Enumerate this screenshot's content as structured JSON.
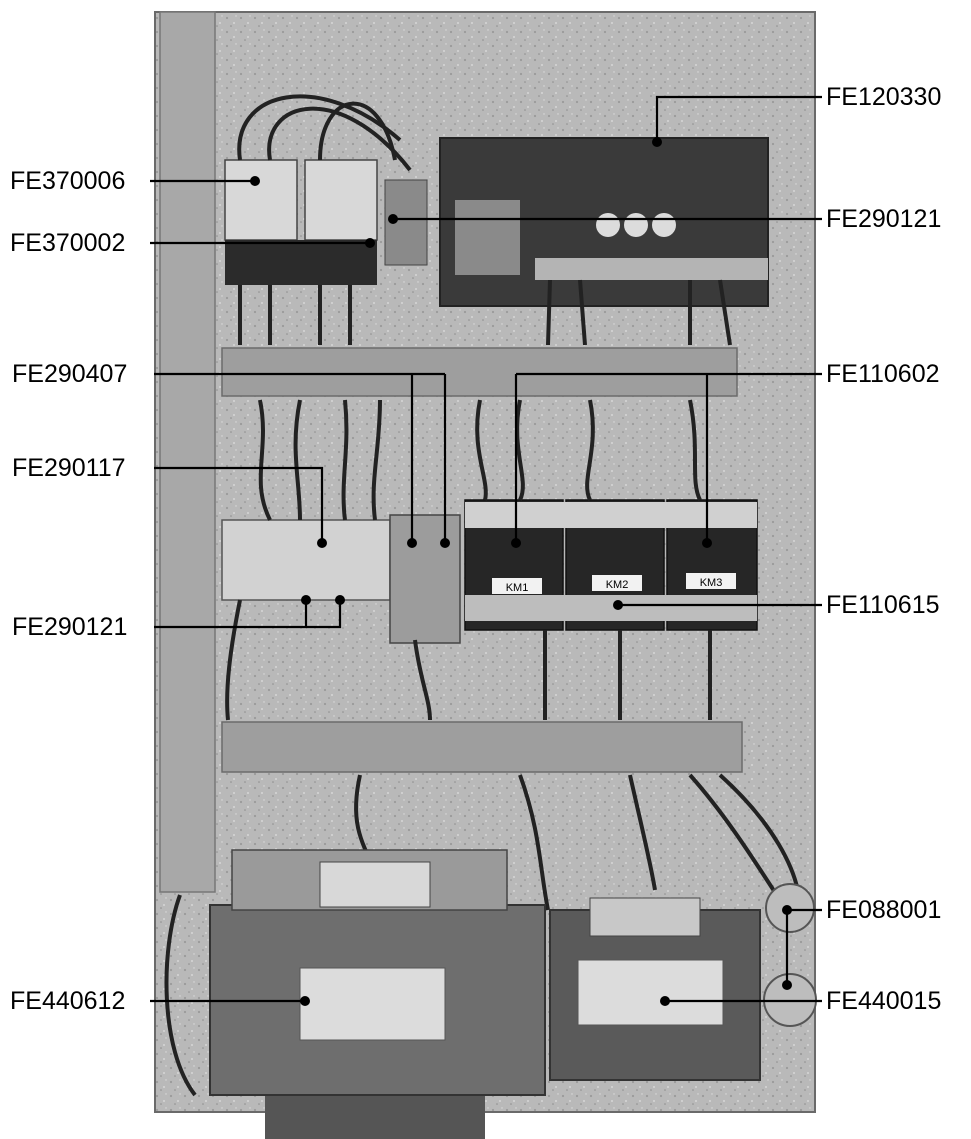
{
  "callouts": {
    "fe120330": "FE120330",
    "fe370006": "FE370006",
    "fe290121_top": "FE290121",
    "fe370002": "FE370002",
    "fe290407": "FE290407",
    "fe110602": "FE110602",
    "fe290117": "FE290117",
    "fe110615": "FE110615",
    "fe290121_bottom": "FE290121",
    "fe088001": "FE088001",
    "fe440612": "FE440612",
    "fe440015": "FE440015"
  },
  "device_labels": {
    "km1": "KM1",
    "km2": "KM2",
    "km3": "KM3"
  }
}
